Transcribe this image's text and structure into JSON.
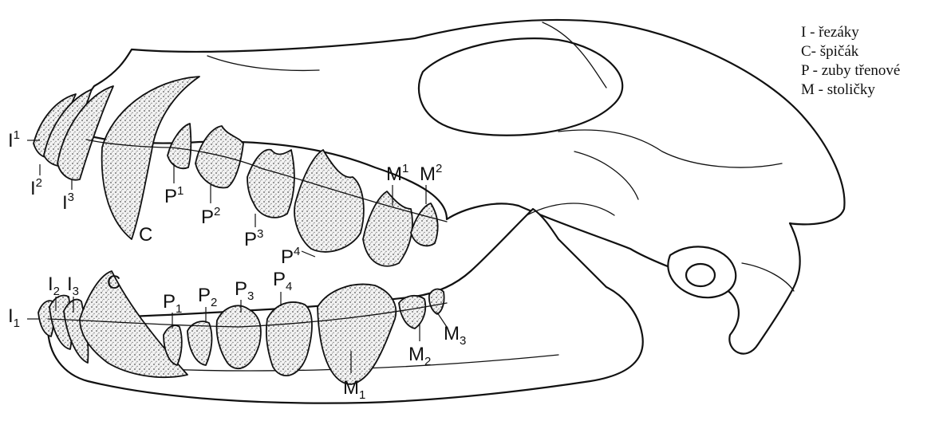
{
  "legend": [
    {
      "text": "I - řezáky"
    },
    {
      "text": "C- špičák"
    },
    {
      "text": "P - zuby třenové"
    },
    {
      "text": "M - stoličky"
    }
  ],
  "labels": {
    "upper": {
      "I1": {
        "base": "I",
        "sup": "1"
      },
      "I2": {
        "base": "I",
        "sup": "2"
      },
      "I3": {
        "base": "I",
        "sup": "3"
      },
      "C": {
        "base": "C"
      },
      "P1": {
        "base": "P",
        "sup": "1"
      },
      "P2": {
        "base": "P",
        "sup": "2"
      },
      "P3": {
        "base": "P",
        "sup": "3"
      },
      "P4": {
        "base": "P",
        "sup": "4"
      },
      "M1": {
        "base": "M",
        "sup": "1"
      },
      "M2": {
        "base": "M",
        "sup": "2"
      }
    },
    "lower": {
      "I1": {
        "base": "I",
        "sub": "1"
      },
      "I2": {
        "base": "I",
        "sub": "2"
      },
      "I3": {
        "base": "I",
        "sub": "3"
      },
      "C": {
        "base": "C"
      },
      "P1": {
        "base": "P",
        "sub": "1"
      },
      "P2": {
        "base": "P",
        "sub": "2"
      },
      "P3": {
        "base": "P",
        "sub": "3"
      },
      "P4": {
        "base": "P",
        "sub": "4"
      },
      "M1": {
        "base": "M",
        "sub": "1"
      },
      "M2": {
        "base": "M",
        "sub": "2"
      },
      "M3": {
        "base": "M",
        "sub": "3"
      }
    }
  },
  "colors": {
    "line": "#111111",
    "tooth_fill": "#ececec",
    "background": "#ffffff"
  }
}
